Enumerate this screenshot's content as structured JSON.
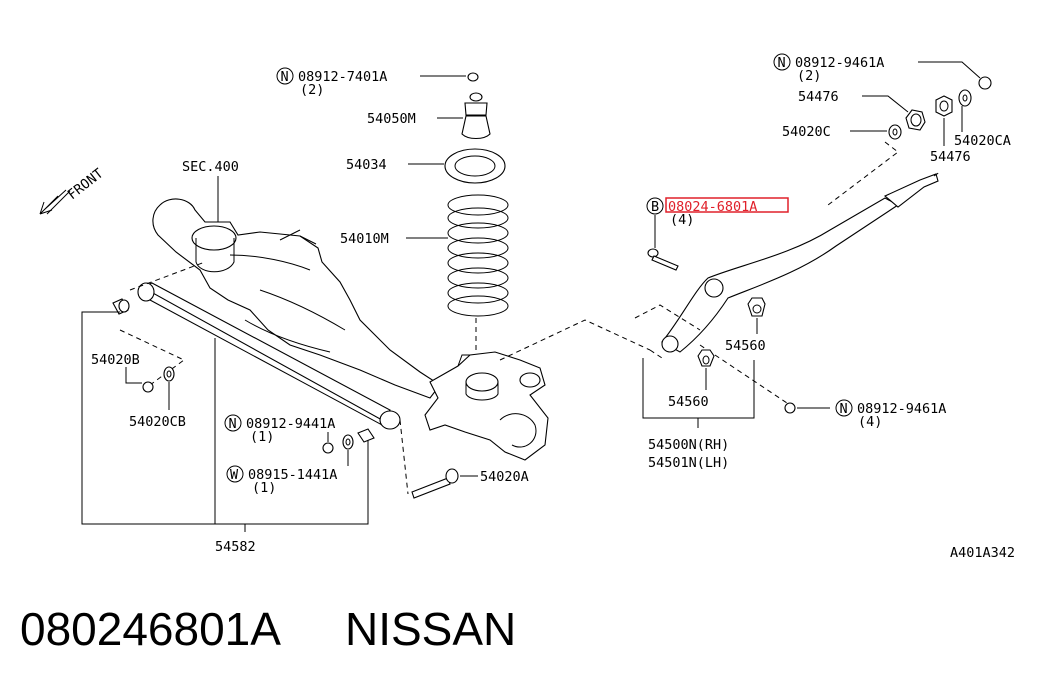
{
  "diagram": {
    "front_label": "FRONT",
    "sec_label": "SEC.400",
    "figure_code": "A401A342",
    "title_part_number": "080246801A",
    "title_brand": "NISSAN",
    "highlight_color": "#e0202a",
    "callouts": [
      {
        "id": "c1",
        "symbol": "N",
        "code": "08912-7401A",
        "qty": "(2)"
      },
      {
        "id": "c2",
        "text": "54050M"
      },
      {
        "id": "c3",
        "text": "54034"
      },
      {
        "id": "c4",
        "text": "54010M"
      },
      {
        "id": "c5",
        "symbol": "N",
        "code": "08912-9461A",
        "qty": "(2)"
      },
      {
        "id": "c6",
        "text": "54476"
      },
      {
        "id": "c7",
        "text": "54020C"
      },
      {
        "id": "c8",
        "text": "54020CA"
      },
      {
        "id": "c9",
        "text": "54476"
      },
      {
        "id": "c10",
        "symbol": "B",
        "code": "08024-6801A",
        "qty": "(4)",
        "highlighted": true
      },
      {
        "id": "c11",
        "text": "54560"
      },
      {
        "id": "c12",
        "text": "54560"
      },
      {
        "id": "c13",
        "symbol": "N",
        "code": "08912-9461A",
        "qty": "(4)"
      },
      {
        "id": "c14",
        "text": "54500N(RH)"
      },
      {
        "id": "c15",
        "text": "54501N(LH)"
      },
      {
        "id": "c16",
        "text": "54020B"
      },
      {
        "id": "c17",
        "text": "54020CB"
      },
      {
        "id": "c18",
        "symbol": "N",
        "code": "08912-9441A",
        "qty": "(1)"
      },
      {
        "id": "c19",
        "symbol": "W",
        "code": "08915-1441A",
        "qty": "(1)"
      },
      {
        "id": "c20",
        "text": "54020A"
      },
      {
        "id": "c21",
        "text": "54582"
      }
    ]
  }
}
